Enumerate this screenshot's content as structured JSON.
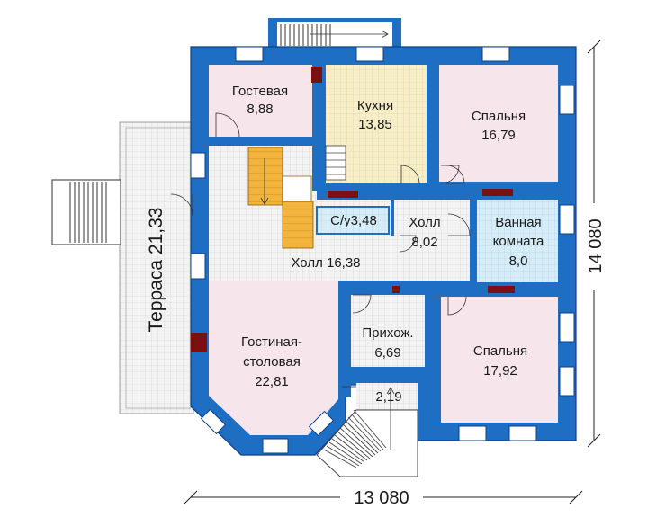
{
  "rooms": {
    "guest": {
      "name": "Гостевая",
      "area": "8,88"
    },
    "kitchen": {
      "name": "Кухня",
      "area": "13,85"
    },
    "bedroom_top": {
      "name": "Спальня",
      "area": "16,79"
    },
    "bath_small": {
      "label": "С/у3,48"
    },
    "hall_center": {
      "name": "Холл",
      "area": "8,02"
    },
    "bathroom": {
      "name_line1": "Ванная",
      "name_line2": "комната",
      "area": "8,0"
    },
    "hall_left": {
      "label": "Холл 16,38"
    },
    "living": {
      "name_line1": "Гостиная-",
      "name_line2": "столовая",
      "area": "22,81"
    },
    "entry": {
      "name": "Прихож.",
      "area": "6,69"
    },
    "porch": {
      "area": "2,19"
    },
    "bedroom_bottom": {
      "name": "Спальня",
      "area": "17,92"
    },
    "terrace": {
      "label": "Терраса 21,33"
    }
  },
  "dimensions": {
    "width": "13 080",
    "height": "14 080"
  },
  "colors": {
    "wall": "#1e6fc4",
    "wall_dark": "#0e3f82",
    "kitchen_fill": "#f6edc9",
    "bedroom_fill": "#f6e5ea",
    "bath_fill": "#d6ecf7",
    "tile_fill": "#eeeeee",
    "stair_fill": "#f2b43c"
  }
}
